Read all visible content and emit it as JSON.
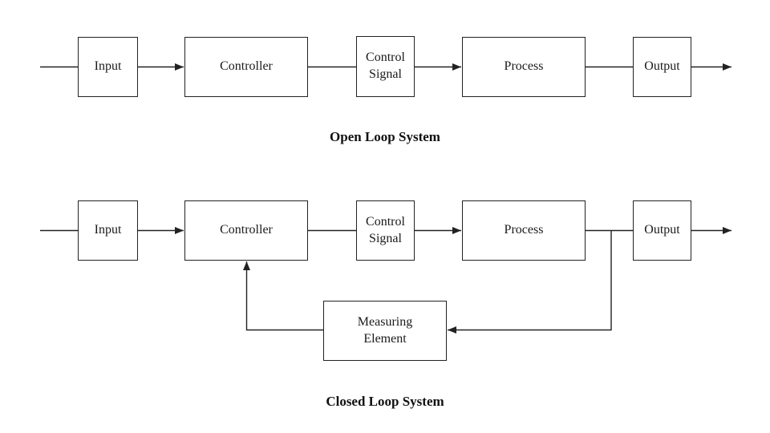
{
  "colors": {
    "line": "#222222",
    "box_border": "#222222",
    "text": "#1a1a1a",
    "background": "#ffffff"
  },
  "open_loop": {
    "caption": "Open Loop System",
    "boxes": {
      "input": "Input",
      "controller": "Controller",
      "control_signal": "Control Signal",
      "process": "Process",
      "output": "Output"
    }
  },
  "closed_loop": {
    "caption": "Closed Loop System",
    "boxes": {
      "input": "Input",
      "controller": "Controller",
      "control_signal": "Control Signal",
      "process": "Process",
      "output": "Output",
      "measuring_element": "Measuring Element"
    }
  }
}
